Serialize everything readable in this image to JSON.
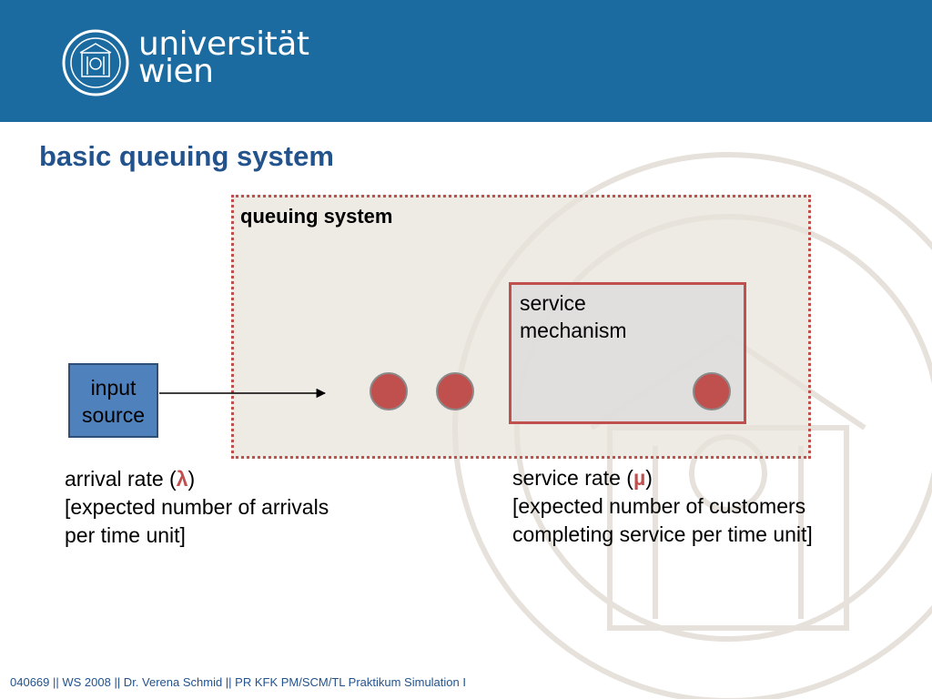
{
  "header": {
    "brand_line1": "universität",
    "brand_line2": "wien",
    "logo_icon": "university-seal-icon",
    "background_color": "#1c6ba0"
  },
  "slide": {
    "title": "basic queuing system"
  },
  "diagram": {
    "queuing_system_label": "queuing  system",
    "service_mechanism_line1": "service",
    "service_mechanism_line2": "mechanism",
    "input_source_line1": "input",
    "input_source_line2": "source",
    "queue_customers": 2,
    "in_service_customers": 1,
    "customer_color": "#c0504d",
    "box_border_color": "#c0504d",
    "input_color": "#4f81bd"
  },
  "arrival": {
    "prefix": "arrival rate (",
    "symbol": "λ",
    "suffix": ")",
    "line2": "[expected  number of arrivals",
    "line3": "per time unit]"
  },
  "service": {
    "prefix": "service rate (",
    "symbol": "µ",
    "suffix": ")",
    "line2": "[expected number of customers",
    "line3": "completing service per time unit]"
  },
  "footer": {
    "text": "040669 || WS 2008 || Dr. Verena Schmid || PR KFK PM/SCM/TL Praktikum Simulation I"
  }
}
